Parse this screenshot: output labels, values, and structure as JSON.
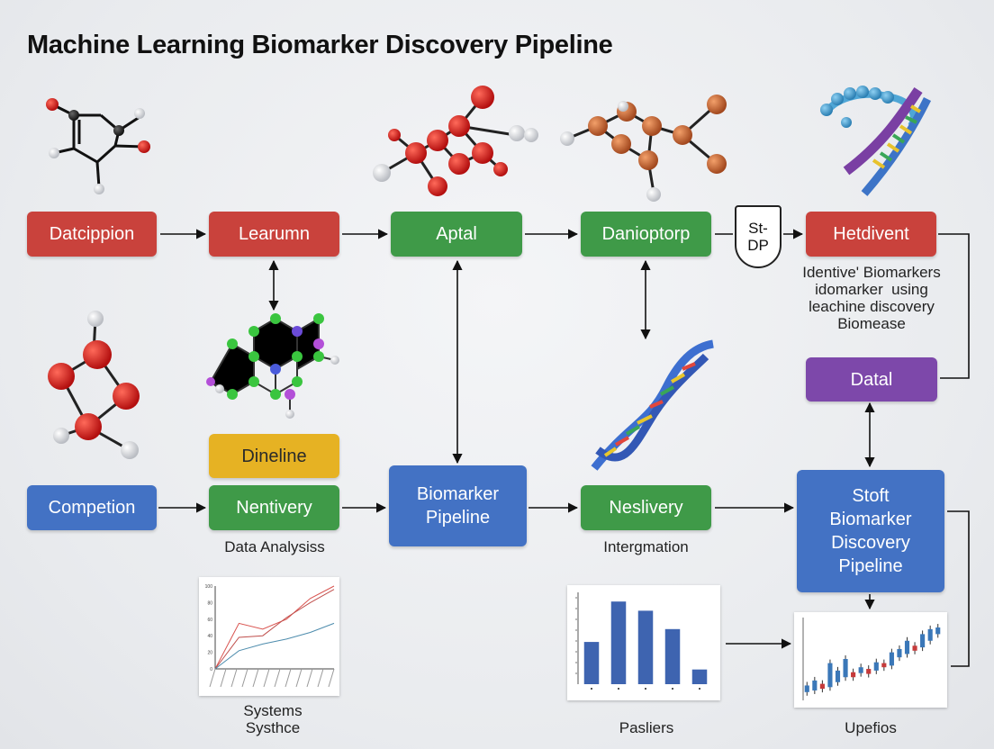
{
  "title": "Machine Learning Biomarker Discovery Pipeline",
  "boxes": {
    "datcippion": "Datcippion",
    "learumn": "Learumn",
    "aptal": "Aptal",
    "daniotorp": "Danioptorp",
    "hetdivent": "Hetdivent",
    "datal": "Datal",
    "dineline": "Dineline",
    "competion": "Competion",
    "nentivery": "Nentivery",
    "biomarker_pipeline": [
      "Biomarker",
      "Pipeline"
    ],
    "neslivery": "Neslivery",
    "stoft": [
      "Stoft",
      "Biomarker",
      "Discovery",
      "Pipeline"
    ]
  },
  "sdp": [
    "St-",
    "DP"
  ],
  "labels": {
    "identive": [
      "Identive' Biomarkers",
      "idomarker  using",
      "leachine discovery",
      "Biomease"
    ],
    "data_analysis": "Data Analysiss",
    "intergmation": "Intergmation",
    "systems": [
      "Systems",
      "Systhce"
    ],
    "pasliers": "Pasliers",
    "upefios": "Upefios"
  },
  "colors": {
    "red": "#c9423c",
    "green": "#3f9a48",
    "blue": "#4372c4",
    "purple": "#7d48aa",
    "yellow": "#e6b223"
  },
  "charts": {
    "line_chart": {
      "type": "line",
      "ytick_labels": [
        "100",
        "80",
        "60",
        "40",
        "20",
        "0"
      ],
      "series": [
        {
          "values": [
            0,
            0.55,
            0.48,
            0.6,
            0.85,
            1.0
          ]
        },
        {
          "values": [
            0,
            0.38,
            0.4,
            0.62,
            0.8,
            0.96
          ]
        },
        {
          "values": [
            0,
            0.22,
            0.3,
            0.36,
            0.44,
            0.55
          ]
        }
      ]
    },
    "bar_chart": {
      "type": "bar",
      "values": [
        0.46,
        0.9,
        0.8,
        0.6,
        0.16
      ]
    },
    "candlestick": {
      "type": "candlestick",
      "candles": [
        {
          "o": 0.1,
          "c": 0.18
        },
        {
          "o": 0.12,
          "c": 0.24
        },
        {
          "o": 0.2,
          "c": 0.14
        },
        {
          "o": 0.16,
          "c": 0.45
        },
        {
          "o": 0.22,
          "c": 0.36
        },
        {
          "o": 0.28,
          "c": 0.5
        },
        {
          "o": 0.34,
          "c": 0.28
        },
        {
          "o": 0.33,
          "c": 0.4
        },
        {
          "o": 0.38,
          "c": 0.32
        },
        {
          "o": 0.36,
          "c": 0.46
        },
        {
          "o": 0.45,
          "c": 0.4
        },
        {
          "o": 0.42,
          "c": 0.58
        },
        {
          "o": 0.52,
          "c": 0.62
        },
        {
          "o": 0.56,
          "c": 0.72
        },
        {
          "o": 0.66,
          "c": 0.6
        },
        {
          "o": 0.64,
          "c": 0.8
        },
        {
          "o": 0.72,
          "c": 0.86
        },
        {
          "o": 0.8,
          "c": 0.88
        }
      ]
    }
  }
}
